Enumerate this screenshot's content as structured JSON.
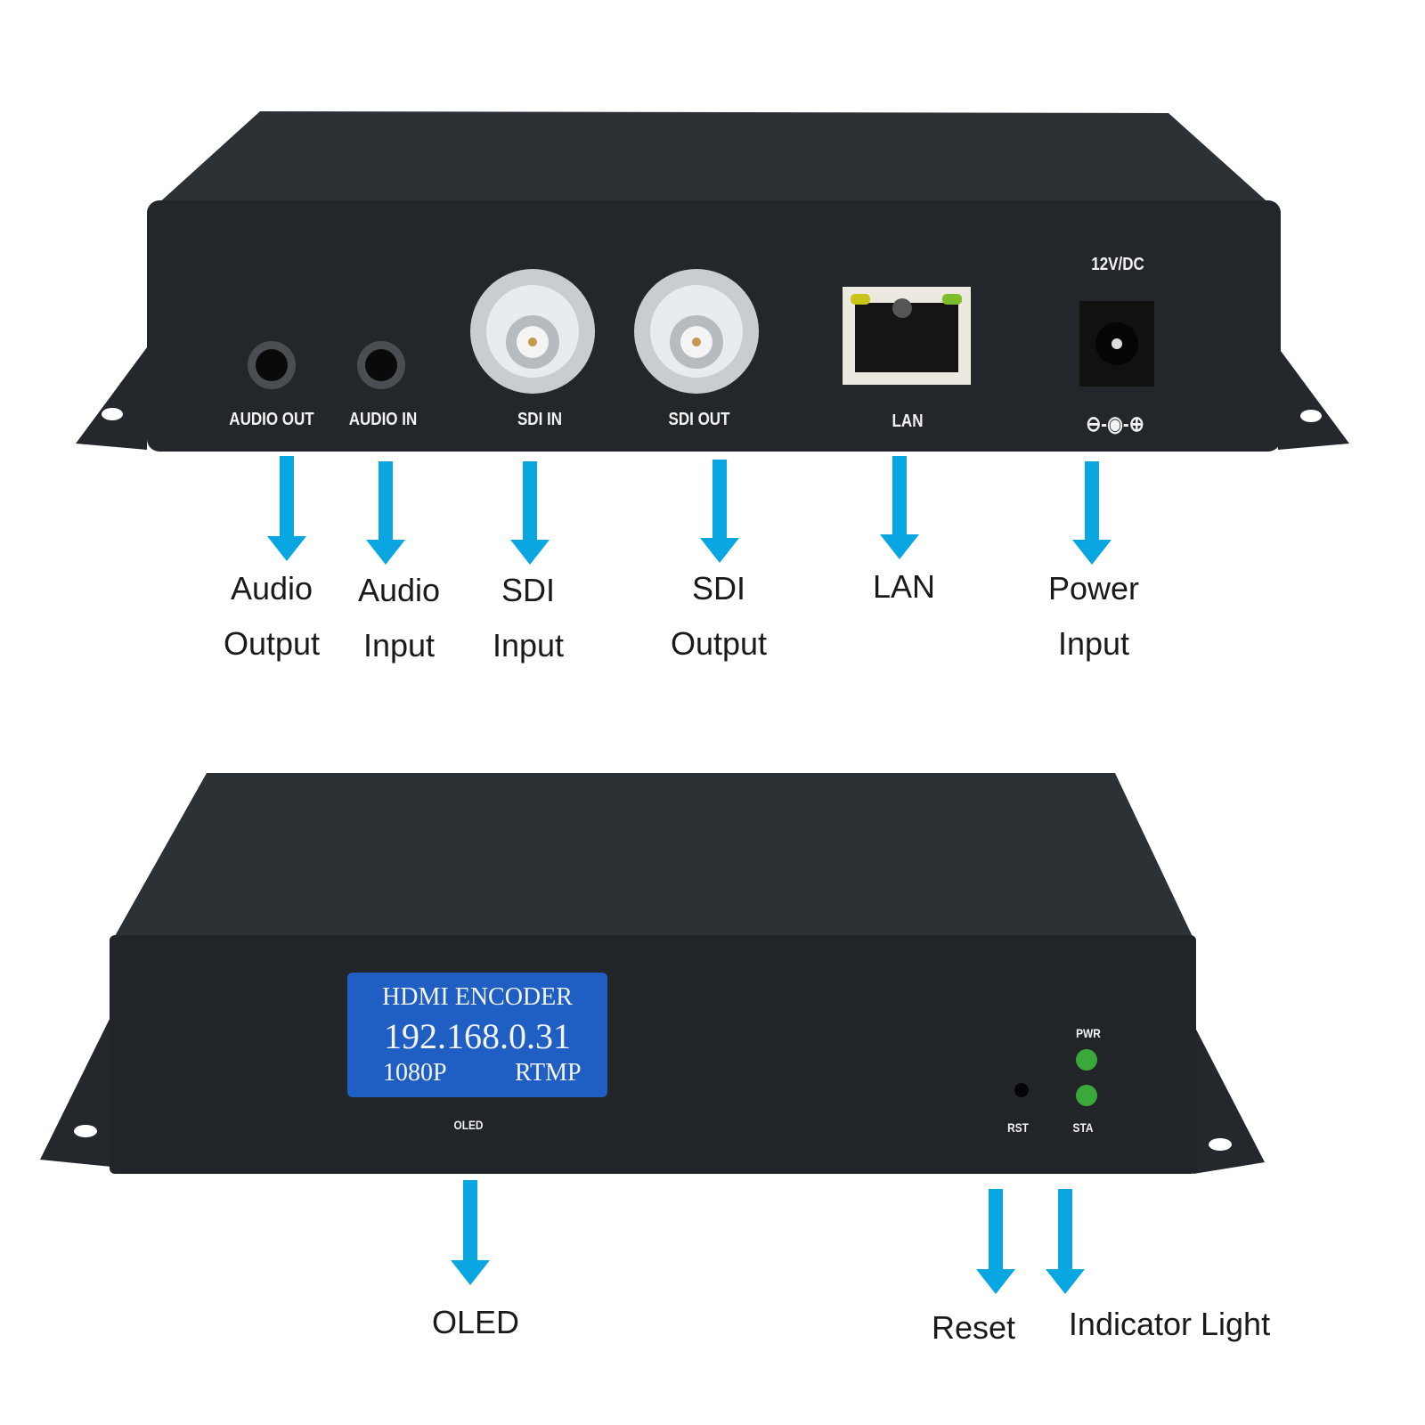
{
  "top_device": {
    "ports": [
      {
        "silk": "AUDIO OUT",
        "label_lines": [
          "Audio",
          "Output"
        ]
      },
      {
        "silk": "AUDIO IN",
        "label_lines": [
          "Audio",
          "Input"
        ]
      },
      {
        "silk": "SDI IN",
        "label_lines": [
          "SDI",
          "Input"
        ]
      },
      {
        "silk": "SDI OUT",
        "label_lines": [
          "SDI",
          "Output"
        ]
      },
      {
        "silk": "LAN",
        "label_lines": [
          "LAN"
        ]
      },
      {
        "silk": "12V/DC",
        "label_lines": [
          "Power",
          "Input"
        ]
      }
    ],
    "polarity": "⊖-◉-⊕"
  },
  "bottom_device": {
    "oled": {
      "line1": "HDMI ENCODER",
      "ip": "192.168.0.31",
      "resolution": "1080P",
      "protocol": "RTMP",
      "silk": "OLED",
      "label": "OLED"
    },
    "reset": {
      "silk": "RST",
      "label": "Reset"
    },
    "indicators": {
      "pwr_silk": "PWR",
      "sta_silk": "STA",
      "label": "Indicator Light"
    }
  },
  "colors": {
    "arrow": "#0aa6e2",
    "chassis": "#23272b",
    "lcd": "#1f5fc4",
    "led": "#3aa83a"
  }
}
